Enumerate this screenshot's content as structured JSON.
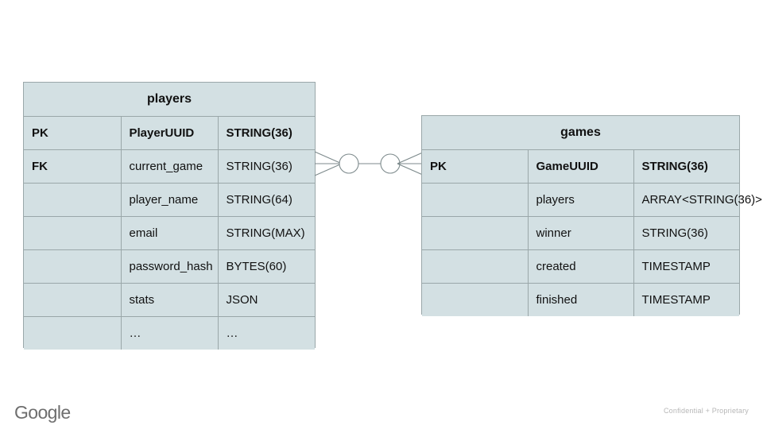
{
  "diagram": {
    "type": "entity-relationship",
    "entities": [
      {
        "id": "players",
        "title": "players",
        "columns": [
          "key",
          "name",
          "type"
        ],
        "rows": [
          {
            "key": "PK",
            "name": "PlayerUUID",
            "type": "STRING(36)",
            "bold": true
          },
          {
            "key": "FK",
            "name": "current_game",
            "type": "STRING(36)",
            "bold": false
          },
          {
            "key": "",
            "name": "player_name",
            "type": "STRING(64)",
            "bold": false
          },
          {
            "key": "",
            "name": "email",
            "type": "STRING(MAX)",
            "bold": false
          },
          {
            "key": "",
            "name": "password_hash",
            "type": "BYTES(60)",
            "bold": false
          },
          {
            "key": "",
            "name": "stats",
            "type": "JSON",
            "bold": false
          },
          {
            "key": "",
            "name": "…",
            "type": "…",
            "bold": false
          }
        ]
      },
      {
        "id": "games",
        "title": "games",
        "columns": [
          "key",
          "name",
          "type"
        ],
        "rows": [
          {
            "key": "PK",
            "name": "GameUUID",
            "type": "STRING(36)",
            "bold": true
          },
          {
            "key": "",
            "name": "players",
            "type": "ARRAY<STRING(36)>",
            "bold": false
          },
          {
            "key": "",
            "name": "winner",
            "type": "STRING(36)",
            "bold": false
          },
          {
            "key": "",
            "name": "created",
            "type": "TIMESTAMP",
            "bold": false
          },
          {
            "key": "",
            "name": "finished",
            "type": "TIMESTAMP",
            "bold": false
          }
        ]
      }
    ],
    "relationship": {
      "from": "players",
      "to": "games",
      "left_cardinality": "zero-or-many",
      "right_cardinality": "zero-or-many",
      "notation": "crows-foot"
    }
  },
  "footer": {
    "logo_text": "Google",
    "confidential": "Confidential + Proprietary"
  },
  "colors": {
    "entity_fill": "#d3e0e3",
    "entity_border": "#9aa7a9",
    "text": "#111111",
    "connector": "#7d8a8c",
    "logo": "#6e6e6e",
    "footer_text": "#b7b7b7",
    "background": "#ffffff"
  }
}
